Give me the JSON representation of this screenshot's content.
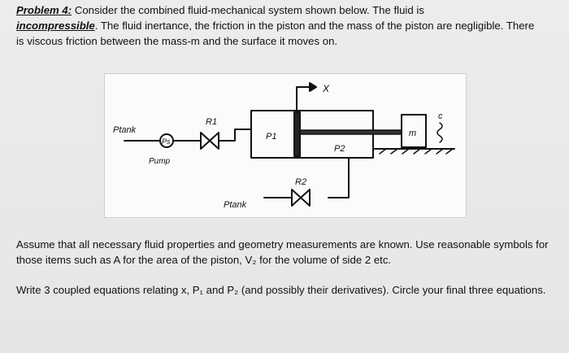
{
  "problem": {
    "label": "Problem 4:",
    "lead": " Consider the combined fluid-mechanical system shown below. The fluid is",
    "keyword": "incompressible",
    "rest": ". The fluid inertance, the friction in the piston and the mass of the piston are negligible. There is viscous friction between the mass-m and the surface it moves on."
  },
  "figure": {
    "labels": {
      "x": "X",
      "p_tank_left": "Ptank",
      "ps": "Ps",
      "pump": "Pump",
      "r1": "R1",
      "p1": "P1",
      "p2": "P2",
      "r2": "R2",
      "p_tank_bottom": "Ptank",
      "m": "m",
      "c": "c"
    }
  },
  "paragraph2": "Assume that all necessary fluid properties and geometry measurements are known. Use reasonable symbols for those items such as A for the area of the piston, V₂ for the volume of side 2 etc.",
  "paragraph3": "Write 3 coupled equations relating x, P₁ and P₂ (and possibly their derivatives). Circle your final three equations."
}
